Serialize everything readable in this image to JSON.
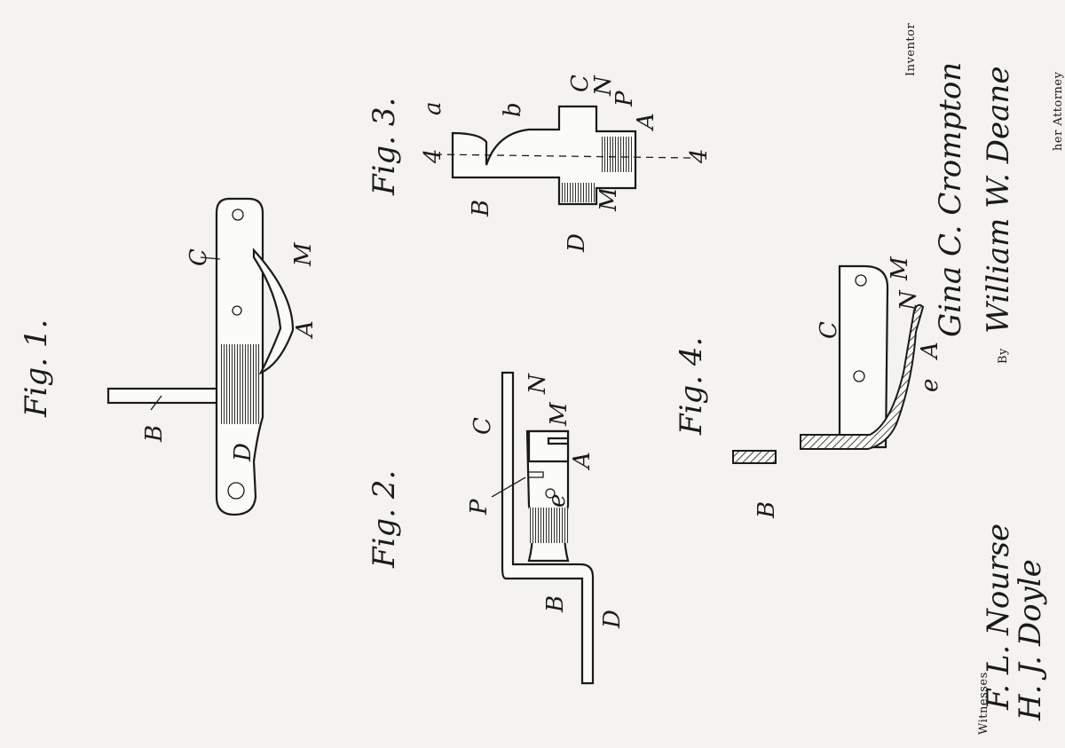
{
  "fig1": {
    "title": "Fig. 1.",
    "labels": {
      "B": "B",
      "C": "C",
      "D": "D",
      "A": "A",
      "M": "M"
    }
  },
  "fig2": {
    "title": "Fig. 2.",
    "labels": {
      "P": "P",
      "C": "C",
      "N": "N",
      "M": "M",
      "e": "e",
      "A": "A",
      "B": "B",
      "D": "D"
    }
  },
  "fig3": {
    "title": "Fig. 3.",
    "labels": {
      "a": "a",
      "b": "b",
      "C": "C",
      "N": "N",
      "P": "P",
      "A": "A",
      "four_top": "4",
      "four_bottom": "4",
      "B": "B",
      "M": "M",
      "D": "D"
    }
  },
  "fig4": {
    "title": "Fig. 4.",
    "labels": {
      "B": "B",
      "C": "C",
      "M": "M",
      "N": "N",
      "A": "A",
      "e": "e"
    }
  },
  "inventor": {
    "caption": "Inventor",
    "name_line1": "Gina C. Crompton"
  },
  "attorney": {
    "by": "By",
    "name": "William W. Deane",
    "caption": "her Attorney"
  },
  "witnesses": {
    "caption": "Witnesses",
    "names": [
      "F. L. Nourse",
      "H. J. Doyle"
    ]
  }
}
